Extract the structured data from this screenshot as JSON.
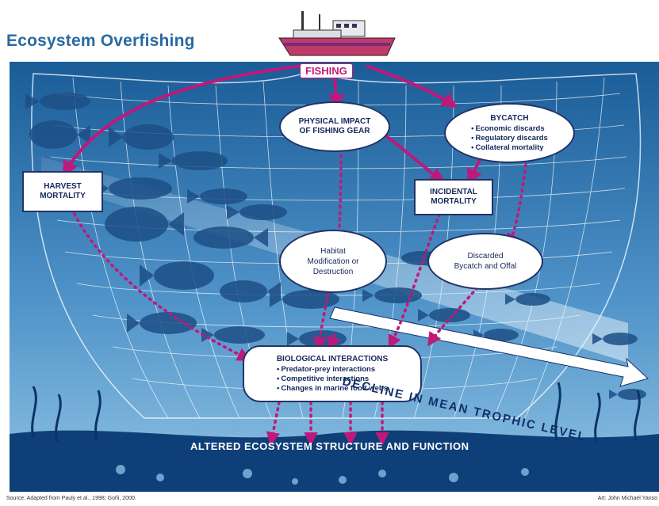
{
  "title": "Ecosystem Overfishing",
  "nodes": {
    "fishing": "FISHING",
    "physical_impact": [
      "PHYSICAL IMPACT",
      "OF FISHING GEAR"
    ],
    "bycatch": {
      "title": "BYCATCH",
      "items": [
        "Economic discards",
        "Regulatory discards",
        "Collateral mortality"
      ]
    },
    "harvest_mortality": [
      "HARVEST",
      "MORTALITY"
    ],
    "incidental_mortality": [
      "INCIDENTAL",
      "MORTALITY"
    ],
    "habitat": [
      "Habitat",
      "Modification or",
      "Destruction"
    ],
    "discarded": [
      "Discarded",
      "Bycatch and Offal"
    ],
    "biological": {
      "title": "BIOLOGICAL INTERACTIONS",
      "items": [
        "Predator-prey interactions",
        "Competitive interactions",
        "Changes in marine food webs"
      ]
    }
  },
  "decline_label": "DECLINE IN MEAN TROPHIC LEVEL",
  "outcome_label": "ALTERED ECOSYSTEM STRUCTURE AND FUNCTION",
  "source": "Source: Adapted from Pauly et al., 1998; Goñi, 2000.",
  "credit": "Art: John Michael Yanso",
  "colors": {
    "sea_top": "#1a5c97",
    "sea_bottom": "#7eb6db",
    "accent_arrow": "#c0187a",
    "title": "#2a6aa0",
    "box_border": "#223366"
  }
}
